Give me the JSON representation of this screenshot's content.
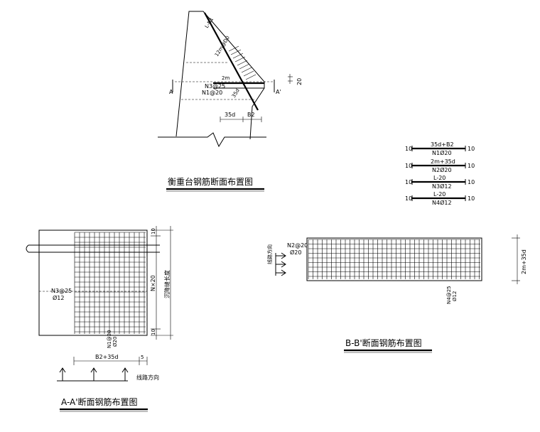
{
  "section": {
    "title": "衡重台钢筋断面布置图",
    "labels": {
      "l_n1": "L-N1",
      "n2_dim": "12m@D0",
      "two_m": "2m",
      "n3": "N3@25",
      "n1": "N1@20",
      "d35_slant": "35d",
      "d35": "35d",
      "b2": "B2",
      "twenty": "20",
      "mark_a": "A",
      "mark_a2": "A'"
    }
  },
  "bars": [
    {
      "top": "35d+B2",
      "name": "N1Ø20",
      "left_end": "10",
      "right_end": "10"
    },
    {
      "top": "2m+35d",
      "name": "N2Ø20",
      "left_end": "10",
      "right_end": "10"
    },
    {
      "top": "L-20",
      "name": "N3Ø12",
      "left_end": "10",
      "right_end": "10"
    },
    {
      "top": "L-20",
      "name": "N4Ø12",
      "left_end": "10",
      "right_end": "10"
    }
  ],
  "aa": {
    "title": "A-A'断面钢筋布置图",
    "n3": "N3@25",
    "n3_dia": "Ø12",
    "n1": "N1@20",
    "n1_dia": "Ø20",
    "dim_top": "10",
    "dim_n": "N×20",
    "dim_side": "沉降缝长度",
    "dim_bottom": "10",
    "width_dim": "B2+35d",
    "five": "5",
    "direction": "线路方向"
  },
  "bb": {
    "title": "B-B'断面钢筋布置图",
    "n2": "N2@20",
    "n2_dia": "Ø20",
    "n4": "N4@25",
    "n4_dia": "Ø12",
    "height_dim": "2m+35d",
    "direction": "线路方向"
  }
}
